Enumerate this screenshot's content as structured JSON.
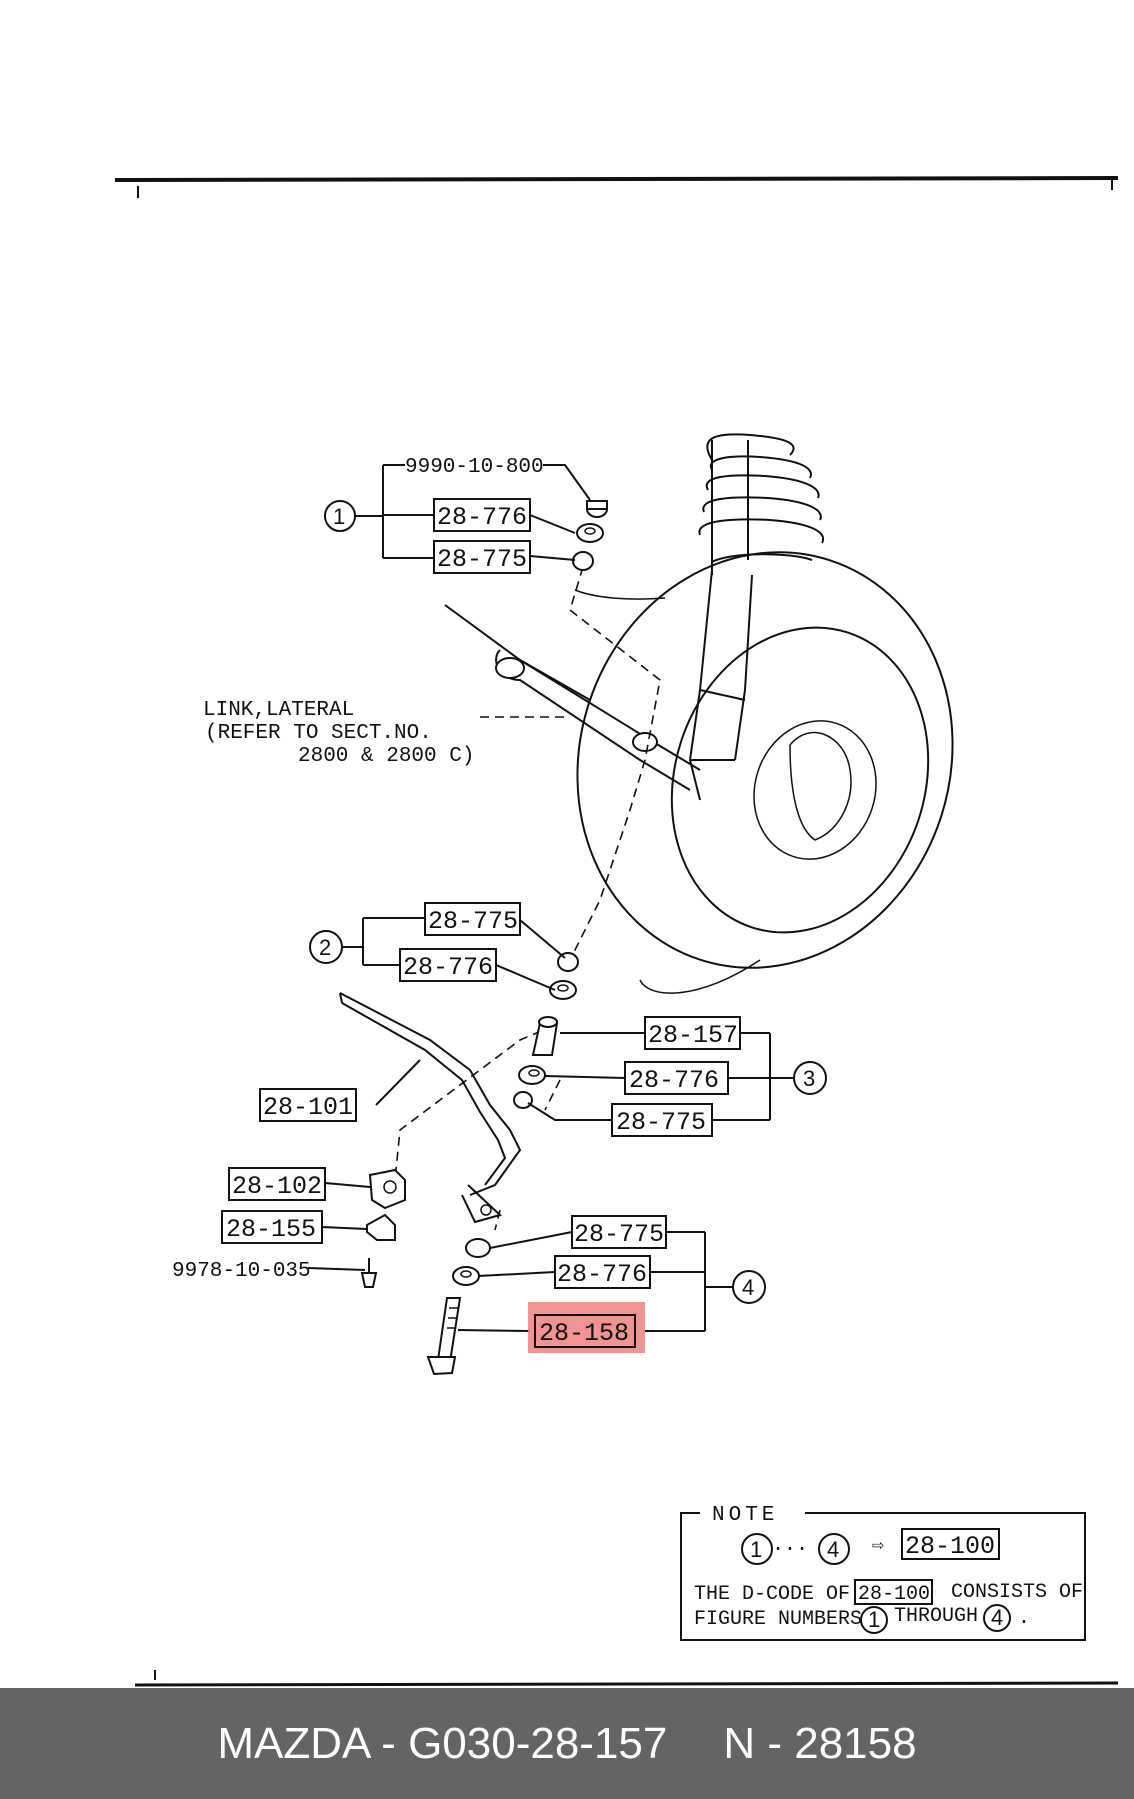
{
  "diagram": {
    "labels": {
      "nut": "9990-10-800",
      "washer_upper": "28-776",
      "bushing_upper": "28-775",
      "link_note_1": "LINK,LATERAL",
      "link_note_2": "(REFER TO SECT.NO.",
      "link_note_3": "2800 & 2800 C)",
      "bushing_2": "28-775",
      "washer_2": "28-776",
      "spacer": "28-157",
      "washer_3": "28-776",
      "bushing_3": "28-775",
      "stabilizer": "28-101",
      "bushing_mount": "28-102",
      "bracket": "28-155",
      "bolt_bracket": "9978-10-035",
      "bushing_4": "28-775",
      "washer_4": "28-776",
      "bolt_link": "28-158"
    },
    "figures": {
      "fig1": "1",
      "fig2": "2",
      "fig3": "3",
      "fig4": "4"
    },
    "highlight_color": "#f08080"
  },
  "note": {
    "title": "NOTE",
    "range_from": "1",
    "range_dots": "···",
    "range_to": "4",
    "arrow": "⇨",
    "code": "28-100",
    "line1_pre": "THE D-CODE OF",
    "line1_code": "28-100",
    "line1_post": "CONSISTS OF",
    "line2_pre": "FIGURE NUMBERS",
    "line2_from": "1",
    "line2_mid": "THROUGH",
    "line2_to": "4",
    "line2_end": "."
  },
  "footer": {
    "part_ref": "MAZDA - G030-28-157",
    "part_number": "N - 28158"
  }
}
